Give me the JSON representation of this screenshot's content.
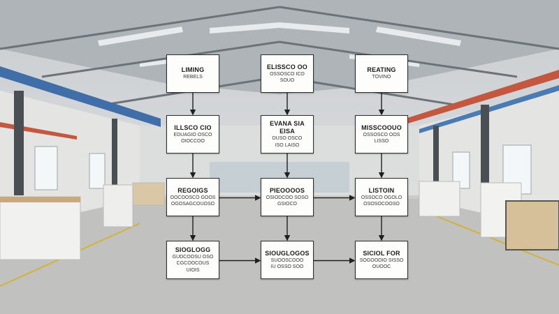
{
  "diagram": {
    "nodes": [
      {
        "id": "n1",
        "title": "LIMING",
        "sub": [
          "REBELS"
        ],
        "col": 0,
        "row": 0
      },
      {
        "id": "n2",
        "title": "ELISSCO OO",
        "sub": [
          "OSSOSCO ICO SOUO"
        ],
        "col": 1,
        "row": 0
      },
      {
        "id": "n3",
        "title": "REATING",
        "sub": [
          "TOVINO"
        ],
        "col": 2,
        "row": 0
      },
      {
        "id": "n4",
        "title": "ILLSCO CIO",
        "sub": [
          "EDUAGIO OSCO",
          "OIOCCOO"
        ],
        "col": 0,
        "row": 1
      },
      {
        "id": "n5",
        "title": "EVANA SIA EISA",
        "sub": [
          "DUSO OSCO",
          "ISO LAISO"
        ],
        "col": 1,
        "row": 1
      },
      {
        "id": "n6",
        "title": "MISSCOOUO",
        "sub": [
          "OSSOSCO OOS",
          "LISSO"
        ],
        "col": 2,
        "row": 1
      },
      {
        "id": "n7",
        "title": "REGOIGS",
        "sub": [
          "OOCOOSCO GOOS",
          "OGOSAGCOUOSO"
        ],
        "col": 0,
        "row": 2
      },
      {
        "id": "n8",
        "title": "PIEOOOOS",
        "sub": [
          "OSIODCOO SOSO",
          "GSIOCO"
        ],
        "col": 1,
        "row": 2
      },
      {
        "id": "n9",
        "title": "LISTOIN",
        "sub": [
          "OSSOCO OGOLO",
          "OSOSOCOOSO"
        ],
        "col": 2,
        "row": 2
      },
      {
        "id": "n10",
        "title": "SIOGLOGG",
        "sub": [
          "GUDCOOSU OSO",
          "CGCOOCOUS",
          "UIOIS"
        ],
        "col": 0,
        "row": 3
      },
      {
        "id": "n11",
        "title": "SIOUGLOGOS",
        "sub": [
          "SUOOSCOOO",
          "IU OSSO SOO"
        ],
        "col": 1,
        "row": 3
      },
      {
        "id": "n12",
        "title": "SICIOL FOR",
        "sub": [
          "SOGOOOIO SISSO",
          "OUOOC"
        ],
        "col": 2,
        "row": 3
      }
    ],
    "edges": [
      {
        "from": "n1",
        "to": "n4"
      },
      {
        "from": "n2",
        "to": "n5"
      },
      {
        "from": "n3",
        "to": "n6"
      },
      {
        "from": "n4",
        "to": "n7"
      },
      {
        "from": "n5",
        "to": "n8"
      },
      {
        "from": "n6",
        "to": "n9"
      },
      {
        "from": "n7",
        "to": "n10"
      },
      {
        "from": "n8",
        "to": "n11"
      },
      {
        "from": "n9",
        "to": "n12"
      },
      {
        "from": "n7",
        "to": "n8"
      },
      {
        "from": "n8",
        "to": "n9"
      },
      {
        "from": "n10",
        "to": "n11"
      },
      {
        "from": "n11",
        "to": "n12"
      }
    ],
    "colors": {
      "box_border": "#2d2d2d",
      "connector": "#1f1f1f",
      "box_fill": "#fdfdfc"
    }
  },
  "background": {
    "setting": "industrial-warehouse-interior",
    "colors": {
      "roof": "#9aa1a6",
      "wall": "#e7e8e6",
      "floor": "#bfc0bd",
      "duct_blue": "#3f6ea8",
      "duct_red": "#c4573f",
      "floor_line": "#d2b23a"
    }
  }
}
